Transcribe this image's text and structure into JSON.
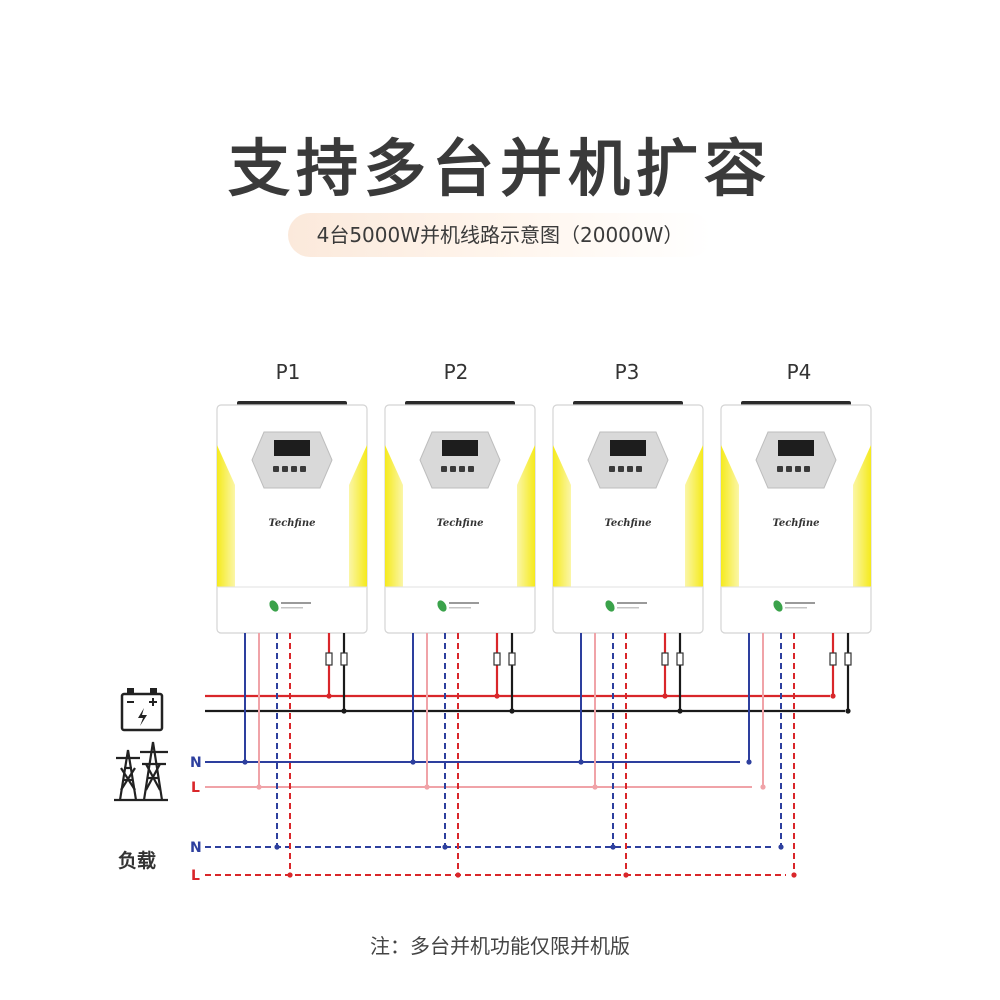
{
  "title": "支持多台并机扩容",
  "subtitle": "4台5000W并机线路示意图（20000W）",
  "units": [
    {
      "label": "P1",
      "brand": "Techfine"
    },
    {
      "label": "P2",
      "brand": "Techfine"
    },
    {
      "label": "P3",
      "brand": "Techfine"
    },
    {
      "label": "P4",
      "brand": "Techfine"
    }
  ],
  "grid": {
    "n_label": "N",
    "l_label": "L"
  },
  "load": {
    "label": "负载",
    "n_label": "N",
    "l_label": "L"
  },
  "note": "注：多台并机功能仅限并机版",
  "colors": {
    "battery_positive": "#d9262a",
    "battery_negative": "#1a1a1a",
    "neutral": "#2d3f9e",
    "line_grid": "#f0a3a8",
    "line_load": "#d9262a",
    "accent_yellow": "#f5ea1c",
    "eco_green": "#3aa24a"
  },
  "icons": [
    "battery-icon",
    "power-tower-icon",
    "leaf-icon"
  ]
}
